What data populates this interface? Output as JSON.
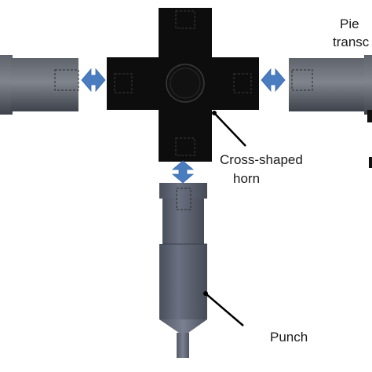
{
  "labels": {
    "horn_line1": "Cross-shaped",
    "horn_line2": "horn",
    "punch": "Punch",
    "piezo_line1": "Pie",
    "piezo_line2": "transc"
  },
  "colors": {
    "background": "#ffffff",
    "horn": "#0d0d0d",
    "transducer_dark": "#4a4e57",
    "transducer_light": "#7c818a",
    "punch_body": "#5b6070",
    "arrow": "#4a7cc0",
    "leader_line": "#000000"
  },
  "icons": {
    "vibration_arrow": "double-headed-arrow"
  }
}
